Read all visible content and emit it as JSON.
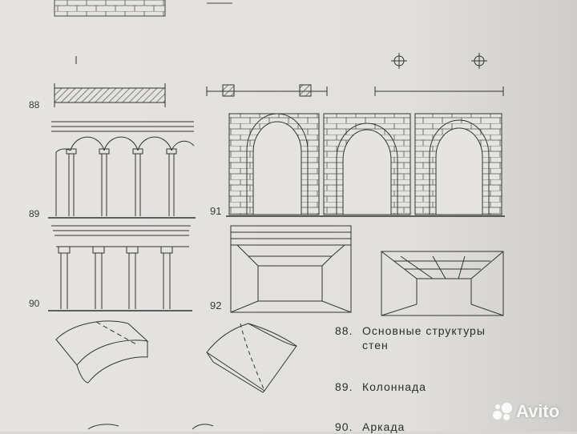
{
  "figures": {
    "fig88": "88",
    "fig89": "89",
    "fig90": "90",
    "fig91": "91",
    "fig92": "92"
  },
  "captions": [
    {
      "num": "88.",
      "lines": [
        "Основные структуры",
        "стен"
      ]
    },
    {
      "num": "89.",
      "lines": [
        "Колоннада"
      ]
    },
    {
      "num": "90.",
      "lines": [
        "Аркада"
      ]
    }
  ],
  "watermark": {
    "text": "Avito",
    "icon": "avito-logo-icon"
  }
}
